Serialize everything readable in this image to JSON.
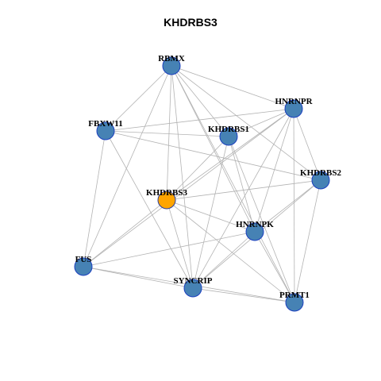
{
  "title": "KHDRBS3",
  "colors": {
    "node_default": "#4682B4",
    "node_default_stroke": "#1B3FBF",
    "node_focus": "#FFA500",
    "node_focus_stroke": "#2A3FA0",
    "edge": "#B3B3B3"
  },
  "graph": {
    "focus": "KHDRBS3",
    "nodes": [
      {
        "id": "RBMX",
        "label": "RBMX"
      },
      {
        "id": "HNRNPR",
        "label": "HNRNPR"
      },
      {
        "id": "FBXW11",
        "label": "FBXW11"
      },
      {
        "id": "KHDRBS1",
        "label": "KHDRBS1"
      },
      {
        "id": "KHDRBS2",
        "label": "KHDRBS2"
      },
      {
        "id": "KHDRBS3",
        "label": "KHDRBS3"
      },
      {
        "id": "HNRNPK",
        "label": "HNRNPK"
      },
      {
        "id": "FUS",
        "label": "FUS"
      },
      {
        "id": "SYNCRIP",
        "label": "SYNCRIP"
      },
      {
        "id": "PRMT1",
        "label": "PRMT1"
      }
    ],
    "edges": [
      [
        "RBMX",
        "HNRNPR"
      ],
      [
        "RBMX",
        "KHDRBS1"
      ],
      [
        "RBMX",
        "KHDRBS2"
      ],
      [
        "RBMX",
        "KHDRBS3"
      ],
      [
        "RBMX",
        "HNRNPK"
      ],
      [
        "RBMX",
        "FUS"
      ],
      [
        "RBMX",
        "SYNCRIP"
      ],
      [
        "RBMX",
        "PRMT1"
      ],
      [
        "RBMX",
        "FBXW11"
      ],
      [
        "HNRNPR",
        "FBXW11"
      ],
      [
        "HNRNPR",
        "KHDRBS1"
      ],
      [
        "HNRNPR",
        "KHDRBS2"
      ],
      [
        "HNRNPR",
        "KHDRBS3"
      ],
      [
        "HNRNPR",
        "HNRNPK"
      ],
      [
        "HNRNPR",
        "SYNCRIP"
      ],
      [
        "HNRNPR",
        "PRMT1"
      ],
      [
        "HNRNPR",
        "FUS"
      ],
      [
        "FBXW11",
        "KHDRBS1"
      ],
      [
        "FBXW11",
        "KHDRBS2"
      ],
      [
        "FBXW11",
        "FUS"
      ],
      [
        "FBXW11",
        "SYNCRIP"
      ],
      [
        "KHDRBS1",
        "KHDRBS3"
      ],
      [
        "KHDRBS1",
        "HNRNPK"
      ],
      [
        "KHDRBS1",
        "SYNCRIP"
      ],
      [
        "KHDRBS1",
        "PRMT1"
      ],
      [
        "KHDRBS2",
        "KHDRBS3"
      ],
      [
        "KHDRBS2",
        "HNRNPK"
      ],
      [
        "KHDRBS2",
        "SYNCRIP"
      ],
      [
        "KHDRBS2",
        "PRMT1"
      ],
      [
        "KHDRBS3",
        "HNRNPK"
      ],
      [
        "KHDRBS3",
        "FUS"
      ],
      [
        "KHDRBS3",
        "SYNCRIP"
      ],
      [
        "KHDRBS3",
        "PRMT1"
      ],
      [
        "HNRNPK",
        "FUS"
      ],
      [
        "HNRNPK",
        "SYNCRIP"
      ],
      [
        "HNRNPK",
        "PRMT1"
      ],
      [
        "FUS",
        "SYNCRIP"
      ],
      [
        "FUS",
        "PRMT1"
      ],
      [
        "SYNCRIP",
        "PRMT1"
      ]
    ]
  }
}
